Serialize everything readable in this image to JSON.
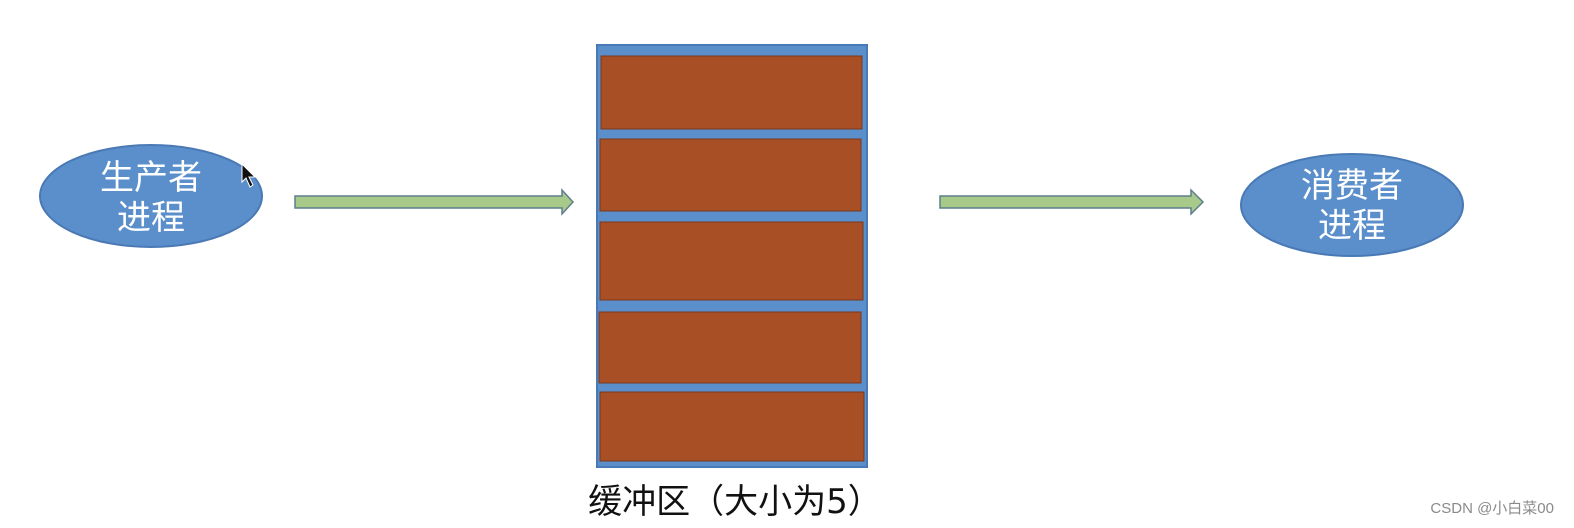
{
  "colors": {
    "ellipse_fill": "#5b8fcb",
    "ellipse_stroke": "#4a7ab5",
    "arrow_fill": "#a7c98a",
    "arrow_stroke": "#5d7f8c",
    "buffer_frame": "#5b8fcb",
    "slot_fill": "#a94f26"
  },
  "producer": {
    "line1": "生产者",
    "line2": "进程"
  },
  "consumer": {
    "line1": "消费者",
    "line2": "进程"
  },
  "buffer": {
    "caption": "缓冲区（大小为5）",
    "slot_count": 5
  },
  "watermark": "CSDN @小白菜00"
}
